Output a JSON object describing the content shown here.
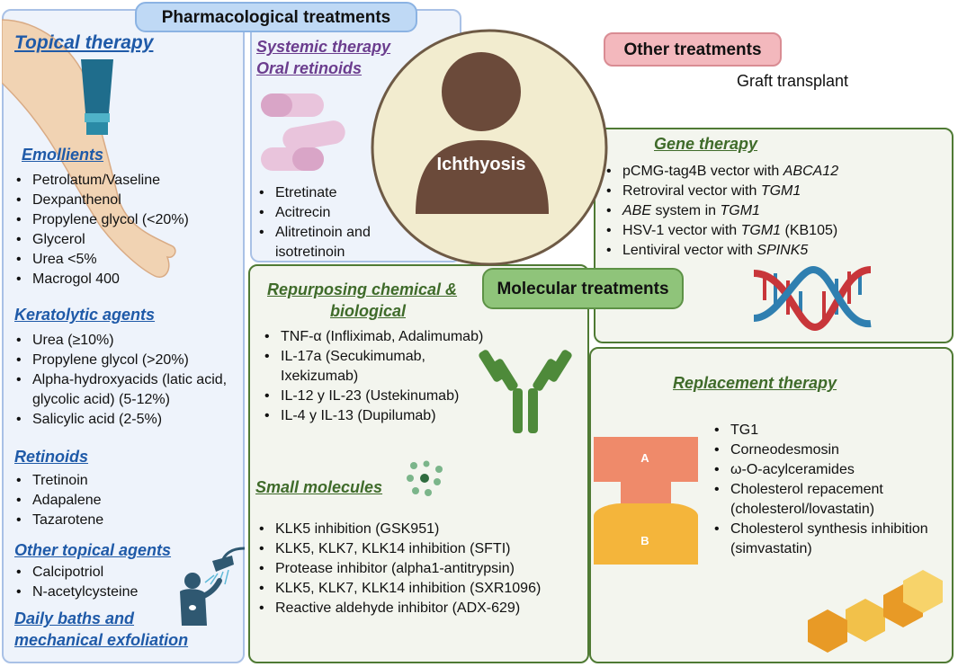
{
  "titles": {
    "pharmacological": "Pharmacological treatments",
    "other": "Other treatments",
    "molecular": "Molecular treatments",
    "center": "Ichthyosis"
  },
  "other_treatments": {
    "graft": "Graft transplant"
  },
  "topical": {
    "heading": "Topical therapy",
    "emollients": {
      "heading": "Emollients",
      "items": [
        "Petrolatum/Vaseline",
        "Dexpanthenol",
        "Propylene glycol (<20%)",
        "Glycerol",
        "Urea <5%",
        "Macrogol 400"
      ]
    },
    "keratolytic": {
      "heading": "Keratolytic agents",
      "items": [
        "Urea (≥10%)",
        "Propylene glycol (>20%)",
        "Alpha-hydroxyacids (latic acid, glycolic acid) (5-12%)",
        "Salicylic acid (2-5%)"
      ]
    },
    "retinoids": {
      "heading": "Retinoids",
      "items": [
        "Tretinoin",
        "Adapalene",
        "Tazarotene"
      ]
    },
    "other_agents": {
      "heading": "Other topical agents",
      "items": [
        "Calcipotriol",
        "N-acetylcysteine"
      ]
    },
    "baths": {
      "line1": "Daily baths and",
      "line2": "mechanical exfoliation"
    }
  },
  "systemic": {
    "heading1": "Systemic therapy",
    "heading2": "Oral retinoids",
    "items": [
      "Etretinate",
      "Acitrecin",
      "Alitretinoin and isotretinoin"
    ]
  },
  "repurposing": {
    "heading1": "Repurposing chemical &",
    "heading2": "biological",
    "items": [
      "TNF-α (Infliximab, Adalimumab)",
      "IL-17a (Secukimumab, Ixekizumab)",
      "IL-12 y IL-23 (Ustekinumab)",
      "IL-4 y IL-13 (Dupilumab)"
    ]
  },
  "small_molecules": {
    "heading": "Small molecules",
    "items": [
      "KLK5 inhibition  (GSK951)",
      "KLK5, KLK7, KLK14 inhibition (SFTI)",
      "Protease inhibitor (alpha1-antitrypsin)",
      "KLK5, KLK7, KLK14 inhibition (SXR1096)",
      "Reactive aldehyde inhibitor (ADX-629)"
    ]
  },
  "gene": {
    "heading": "Gene therapy",
    "items": [
      {
        "pre": "pCMG-tag4B vector with ",
        "em": "ABCA12",
        "post": ""
      },
      {
        "pre": "Retroviral vector with ",
        "em": "TGM1",
        "post": ""
      },
      {
        "pre": "",
        "em": "ABE",
        "mid": " system in ",
        "em2": "TGM1",
        "post": ""
      },
      {
        "pre": "HSV-1 vector with ",
        "em": "TGM1",
        "post": " (KB105)"
      },
      {
        "pre": "Lentiviral vector with ",
        "em": "SPINK5",
        "post": ""
      }
    ]
  },
  "replacement": {
    "heading": "Replacement therapy",
    "items": [
      "TG1",
      "Corneodesmosin",
      "ω-O-acylceramides",
      "Cholesterol repacement (cholesterol/lovastatin)",
      "Cholesterol synthesis inhibition (simvastatin)"
    ],
    "puzzle_a": "A",
    "puzzle_b": "B"
  },
  "colors": {
    "topical_heading": "#1f5aa8",
    "systemic_heading": "#6b3d8e",
    "molecular_heading": "#3f6b2a",
    "person": "#6b4a3a",
    "circle": "#f2eccf"
  }
}
